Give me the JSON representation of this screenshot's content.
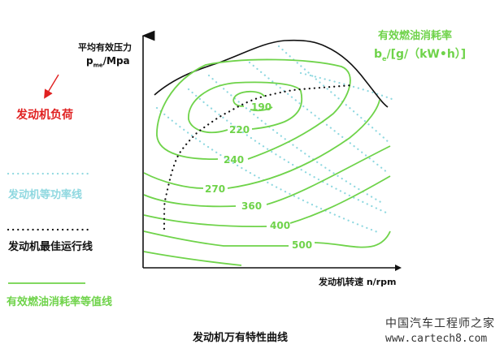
{
  "y_axis": {
    "title": "平均有效压力",
    "unit_main": "p",
    "unit_sub": "me",
    "unit_rest": "/Mpa"
  },
  "x_axis": {
    "title": "发动机转速 n/rpm"
  },
  "load_label": "发动机负荷",
  "bsfc_title": "有效燃油消耗率",
  "bsfc_unit_main": "b",
  "bsfc_unit_sub": "e",
  "bsfc_unit_rest": "/[g/（kW•h）]",
  "contour_labels": [
    "190",
    "220",
    "240",
    "270",
    "360",
    "400",
    "500"
  ],
  "legend": {
    "equal_power": "发动机等功率线",
    "optimal_line": "发动机最佳运行线",
    "bsfc_iso": "有效燃油消耗率等值线"
  },
  "caption": "发动机万有特性曲线",
  "watermark": {
    "cn": "中国汽车工程师之家",
    "url": "www.cartech8.com"
  },
  "colors": {
    "green": "#6fd34a",
    "cyan": "#8fd8e0",
    "red": "#e02020",
    "black": "#111111"
  }
}
